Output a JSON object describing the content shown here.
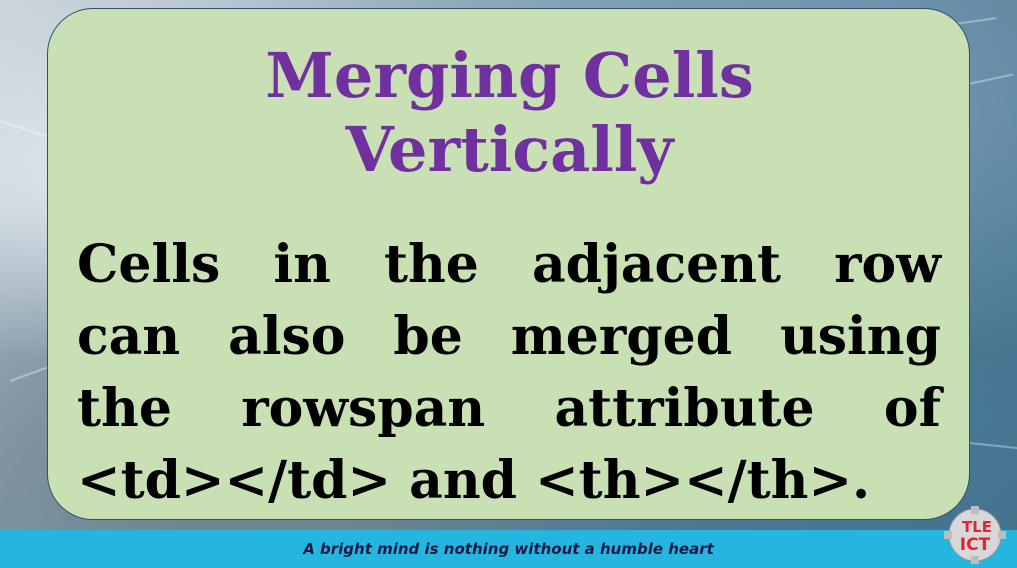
{
  "slide": {
    "title_lines": [
      "Merging Cells",
      "Vertically"
    ],
    "body_lines": [
      [
        "Cells",
        "in",
        "the",
        "adjacent",
        "row"
      ],
      [
        "can",
        "also",
        "be",
        "merged",
        "using"
      ],
      [
        "the",
        "rowspan",
        "attribute",
        "of"
      ],
      [
        "<td></td> and <th></th>."
      ]
    ]
  },
  "footer": {
    "tagline": "A bright mind is nothing without a humble heart"
  },
  "logo": {
    "text_top": "TLE",
    "text_bottom": "ICT",
    "icon": "tle-ict-logo-icon"
  },
  "colors": {
    "card_fill": "#c9e0b4",
    "title": "#7030a0",
    "footer_bar": "#25b6e0",
    "logo_red": "#e4232b"
  }
}
